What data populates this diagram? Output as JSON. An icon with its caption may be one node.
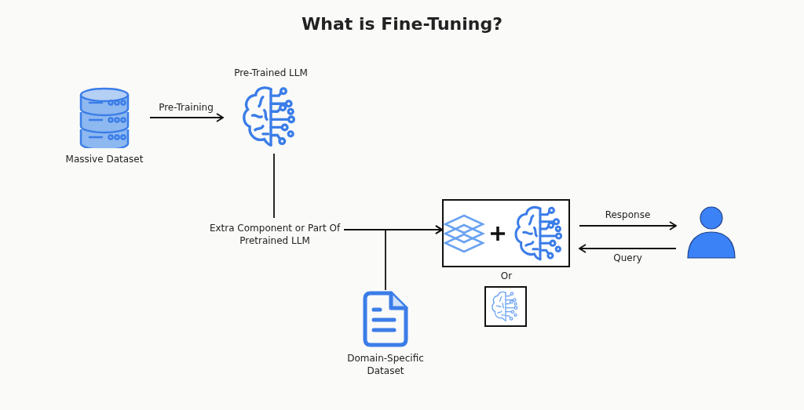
{
  "diagram": {
    "title": "What is Fine-Tuning?",
    "nodes": [
      {
        "text": [
          "Massive Dataset"
        ]
      },
      {
        "text": [
          "Pre-Trained LLM"
        ]
      },
      {
        "text": [
          "Extra Component or Part Of Pretrained LLM"
        ]
      },
      {
        "text": [
          "Domain-Specific Dataset"
        ]
      },
      {
        "text": [],
        "shape": "box"
      },
      {
        "text": [],
        "shape": "box"
      },
      {
        "text": [],
        "shape": "person"
      }
    ],
    "edges": [
      {
        "from": 0,
        "to": 1,
        "arrow": "to",
        "label": "Pre-Training"
      },
      {
        "from": 1,
        "to": 2,
        "arrow": "none"
      },
      {
        "from": 2,
        "to": 4,
        "arrow": "to"
      },
      {
        "from": 3,
        "to": 4,
        "arrow": "to"
      },
      {
        "from": 4,
        "to": 6,
        "arrow": "to",
        "label": "Response"
      },
      {
        "from": 6,
        "to": 4,
        "arrow": "to",
        "label": "Query"
      }
    ],
    "labels": [
      "Or"
    ]
  }
}
